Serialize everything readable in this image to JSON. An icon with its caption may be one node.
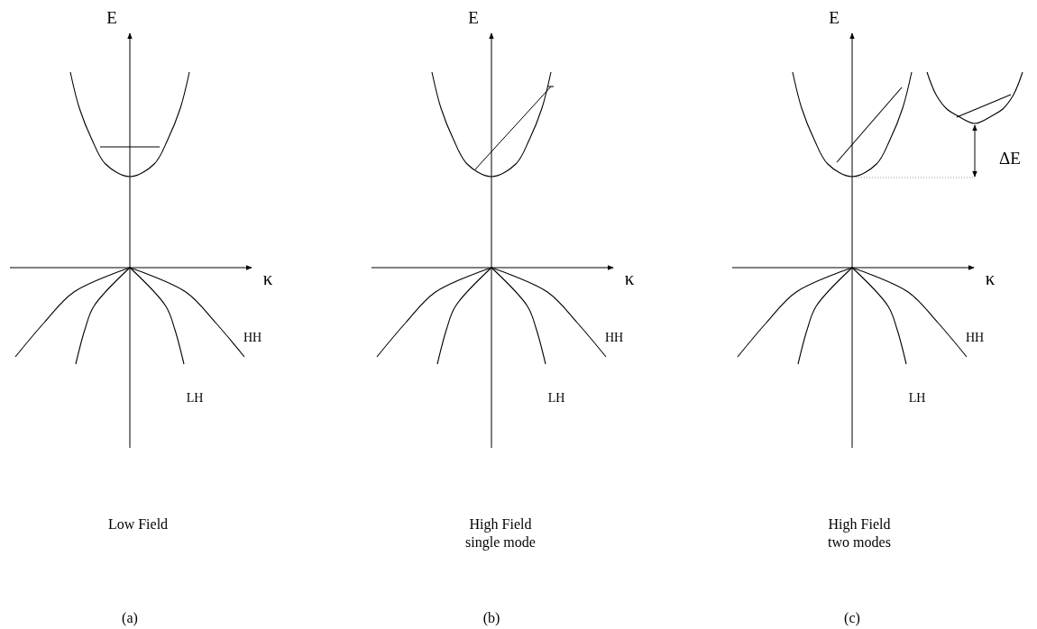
{
  "diagram": {
    "labels": [
      "E",
      "E",
      "E",
      "ΔE",
      "κ",
      "κ",
      "κ",
      "HH",
      "HH",
      "HH",
      "LH",
      "LH",
      "LH",
      "Low Field",
      "High Field single mode",
      "High Field two modes",
      "(a)",
      "(b)",
      "(c)"
    ]
  }
}
